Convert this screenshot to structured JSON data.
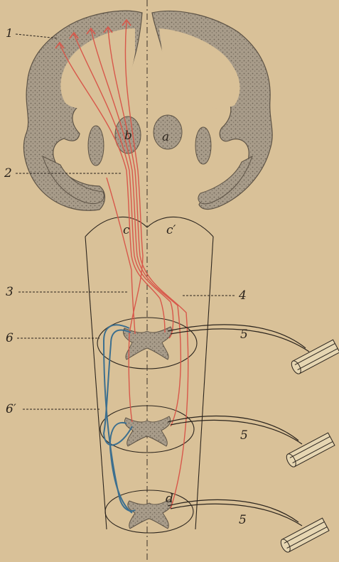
{
  "colors": {
    "paper": "#d9c198",
    "ink": "#2b241d",
    "cortex": "#8d8274",
    "red_tract": "#d8574a",
    "blue_tract": "#3c6f8f"
  },
  "labels": {
    "n1": "1",
    "n2": "2",
    "n3": "3",
    "n4": "4",
    "n5a": "5",
    "n5b": "5",
    "n5c": "5",
    "n6": "6",
    "n6p": "6′",
    "a": "a",
    "b": "b",
    "c": "c",
    "cp": "c′",
    "d": "d"
  }
}
